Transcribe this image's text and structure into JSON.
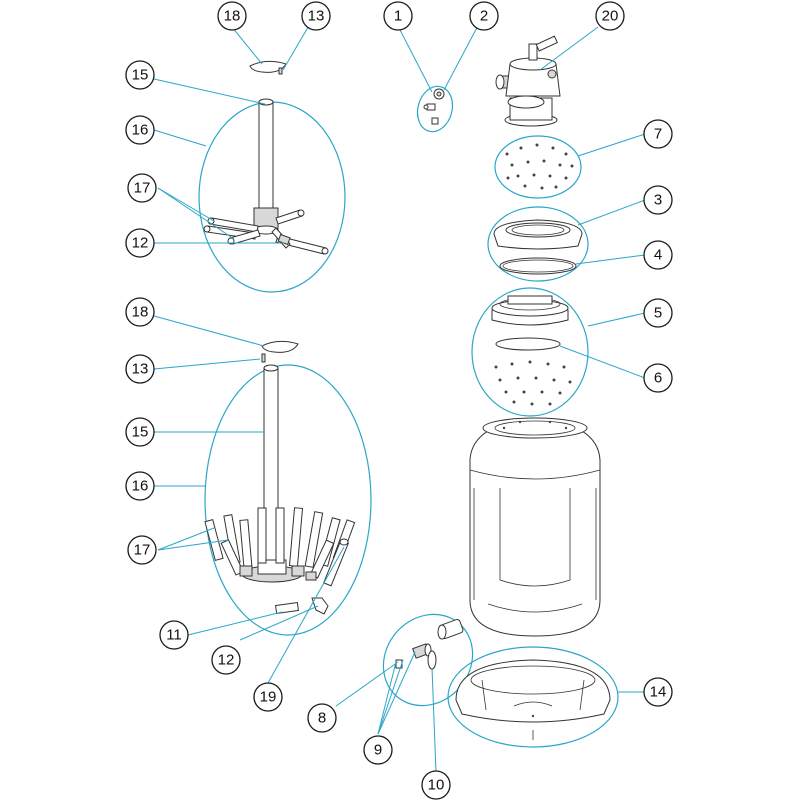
{
  "diagram": {
    "callouts": [
      {
        "id": "c18a",
        "label": "18"
      },
      {
        "id": "c13a",
        "label": "13"
      },
      {
        "id": "c15a",
        "label": "15"
      },
      {
        "id": "c16a",
        "label": "16"
      },
      {
        "id": "c17a",
        "label": "17"
      },
      {
        "id": "c12a",
        "label": "12"
      },
      {
        "id": "c18b",
        "label": "18"
      },
      {
        "id": "c13b",
        "label": "13"
      },
      {
        "id": "c15b",
        "label": "15"
      },
      {
        "id": "c16b",
        "label": "16"
      },
      {
        "id": "c17b",
        "label": "17"
      },
      {
        "id": "c11",
        "label": "11"
      },
      {
        "id": "c12b",
        "label": "12"
      },
      {
        "id": "c19",
        "label": "19"
      },
      {
        "id": "c1",
        "label": "1"
      },
      {
        "id": "c2",
        "label": "2"
      },
      {
        "id": "c20",
        "label": "20"
      },
      {
        "id": "c7",
        "label": "7"
      },
      {
        "id": "c3",
        "label": "3"
      },
      {
        "id": "c4",
        "label": "4"
      },
      {
        "id": "c5",
        "label": "5"
      },
      {
        "id": "c6",
        "label": "6"
      },
      {
        "id": "c14",
        "label": "14"
      },
      {
        "id": "c8",
        "label": "8"
      },
      {
        "id": "c9",
        "label": "9"
      },
      {
        "id": "c10",
        "label": "10"
      }
    ],
    "colors": {
      "leader_line": "#2aa6c9",
      "outline": "#333333",
      "callout_border": "#1a1a1a"
    }
  }
}
